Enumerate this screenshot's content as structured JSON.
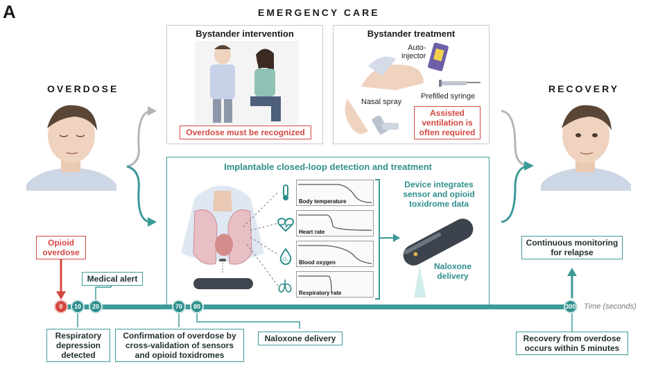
{
  "panel_letter": "A",
  "header": {
    "emergency_care": "EMERGENCY CARE",
    "overdose": "OVERDOSE",
    "recovery": "RECOVERY"
  },
  "bystander_intervention": {
    "title": "Bystander intervention",
    "note": "Overdose must be recognized"
  },
  "bystander_treatment": {
    "title": "Bystander treatment",
    "auto_injector": "Auto-\ninjector",
    "prefilled_syringe": "Prefilled syringe",
    "nasal_spray": "Nasal spray",
    "note": "Assisted\nventilation is\noften required"
  },
  "implantable": {
    "title": "Implantable closed-loop detection and treatment",
    "device_text": "Device integrates\nsensor and opioid\ntoxidrome data",
    "naloxone_delivery": "Naloxone\ndelivery",
    "charts": [
      {
        "label": "Body temperature",
        "icon": "thermometer-icon"
      },
      {
        "label": "Heart rate",
        "icon": "heart-rate-icon"
      },
      {
        "label": "Blood oxygen",
        "icon": "oxygen-icon"
      },
      {
        "label": "Respiratory rate",
        "icon": "lungs-icon"
      }
    ]
  },
  "timeline": {
    "unit_label": "Time (seconds)",
    "markers": [
      {
        "value": "0",
        "color": "#d4473f"
      },
      {
        "value": "10"
      },
      {
        "value": "20"
      },
      {
        "value": "70"
      },
      {
        "value": "80"
      },
      {
        "value": "300"
      }
    ],
    "callouts": {
      "opioid_overdose": "Opioid\noverdose",
      "medical_alert": "Medical alert",
      "respiratory_depression": "Respiratory\ndepression\ndetected",
      "confirmation": "Confirmation of overdose by\ncross-validation of sensors\nand opioid toxidromes",
      "naloxone_delivery": "Naloxone delivery",
      "continuous_monitoring": "Continuous monitoring\nfor relapse",
      "recovery": "Recovery from overdose\noccurs within 5 minutes"
    }
  },
  "colors": {
    "teal": "#3c9a97",
    "red": "#d4473f",
    "gray_arrow": "#b5b5b5"
  }
}
